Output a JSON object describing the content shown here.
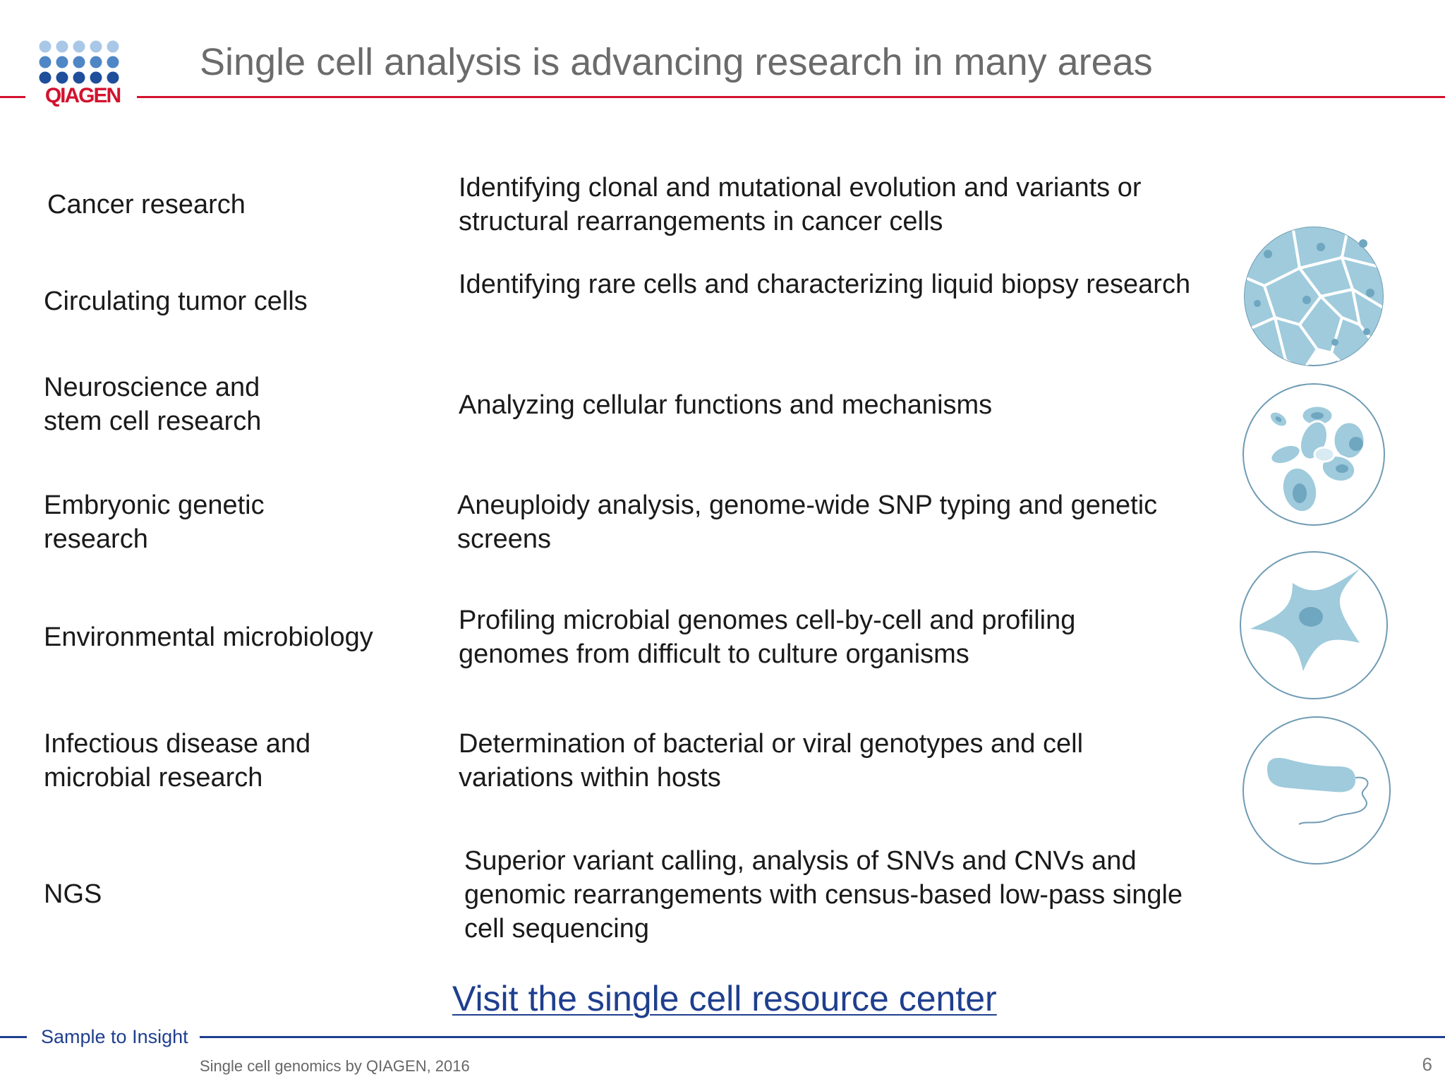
{
  "header": {
    "logo_text": "QIAGEN",
    "title": "Single cell analysis is advancing research in many areas"
  },
  "rows": [
    {
      "area": "Cancer research",
      "description": "Identifying clonal and mutational evolution and variants or structural rearrangements in cancer cells"
    },
    {
      "area": "Circulating tumor cells",
      "description": "Identifying rare cells and characterizing liquid biopsy research"
    },
    {
      "area": "Neuroscience and stem cell  research",
      "description": "Analyzing cellular functions and mechanisms"
    },
    {
      "area": "Embryonic genetic research",
      "description": "Aneuploidy analysis, genome-wide  SNP typing and genetic screens"
    },
    {
      "area": "Environmental microbiology",
      "description": "Profiling microbial genomes cell-by-cell and profiling genomes from difficult to culture organisms"
    },
    {
      "area": "Infectious disease and microbial research",
      "description": "Determination of bacterial or viral  genotypes and cell variations within hosts"
    },
    {
      "area": "NGS",
      "description": "Superior variant calling, analysis of SNVs and CNVs and genomic rearrangements with census-based low-pass single cell sequencing"
    }
  ],
  "link": {
    "label": "Visit the single cell resource center"
  },
  "footer": {
    "tagline": "Sample to Insight",
    "note": "Single cell genomics by QIAGEN, 2016",
    "page_number": "6"
  },
  "illustrations": [
    "tissue-cells",
    "blood-cells",
    "stellate-cell",
    "bacterium"
  ],
  "colors": {
    "brand_red": "#d2122e",
    "brand_blue": "#1f3f8e",
    "cell_fill": "#9fcbdc",
    "cell_outline": "#4a7a96"
  }
}
